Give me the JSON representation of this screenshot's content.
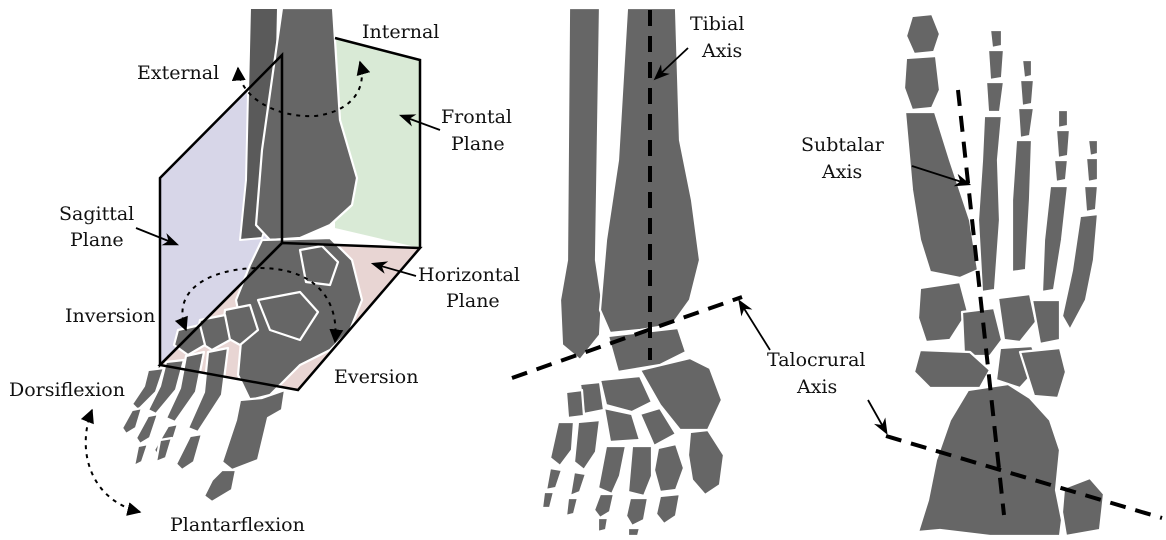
{
  "colors": {
    "bone": "#666666",
    "frontal_plane": "#d9ead6",
    "sagittal_plane": "#d7d6e8",
    "horizontal_plane": "#e8d5d3",
    "axis_line": "#000000"
  },
  "left_panel": {
    "labels": {
      "internal": "Internal",
      "external": "External",
      "frontal_plane_1": "Frontal",
      "frontal_plane_2": "Plane",
      "sagittal_plane_1": "Sagittal",
      "sagittal_plane_2": "Plane",
      "horizontal_plane_1": "Horizontal",
      "horizontal_plane_2": "Plane",
      "inversion": "Inversion",
      "eversion": "Eversion",
      "dorsiflexion": "Dorsiflexion",
      "plantarflexion": "Plantarflexion"
    }
  },
  "middle_panel": {
    "labels": {
      "tibial_axis_1": "Tibial",
      "tibial_axis_2": "Axis",
      "talocrural_axis_1": "Talocrural",
      "talocrural_axis_2": "Axis"
    }
  },
  "right_panel": {
    "labels": {
      "subtalar_axis_1": "Subtalar",
      "subtalar_axis_2": "Axis"
    }
  }
}
